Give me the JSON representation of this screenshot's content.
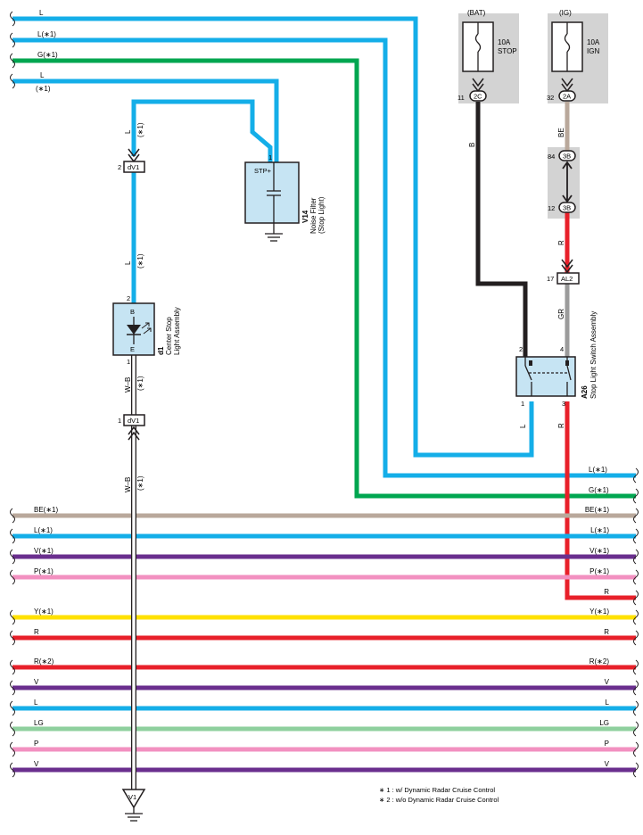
{
  "wires": {
    "top_l": "L",
    "top_l1": "L(∗1)",
    "top_g1": "G(∗1)",
    "top_l4": "L",
    "top_l4_sub": "(∗1)",
    "mid_l1": "L(∗1)",
    "mid_g1": "G(∗1)",
    "b": "B",
    "be": "BE",
    "r": "R",
    "gr": "GR",
    "l_sw": "L",
    "r_sw": "R",
    "l_v": "L",
    "l_v_sub": "(∗1)",
    "wb": "W–B",
    "wb_sub": "(∗1)"
  },
  "bus": [
    {
      "left": "BE(∗1)",
      "right": "BE(∗1)",
      "color": "#b9a89b"
    },
    {
      "left": "L(∗1)",
      "right": "L(∗1)",
      "color": "#14aee8"
    },
    {
      "left": "V(∗1)",
      "right": "V(∗1)",
      "color": "#6a2f8e"
    },
    {
      "left": "P(∗1)",
      "right": "P(∗1)",
      "color": "#f290c0"
    },
    {
      "left": "",
      "right": "R",
      "color": "#e8202a"
    },
    {
      "left": "Y(∗1)",
      "right": "Y(∗1)",
      "color": "#ffe100"
    },
    {
      "left": "R",
      "right": "R",
      "color": "#e8202a"
    },
    {
      "left": "R(∗2)",
      "right": "R(∗2)",
      "color": "#e8202a"
    },
    {
      "left": "V",
      "right": "V",
      "color": "#6a2f8e"
    },
    {
      "left": "L",
      "right": "L",
      "color": "#14aee8"
    },
    {
      "left": "LG",
      "right": "LG",
      "color": "#8fd09e"
    },
    {
      "left": "P",
      "right": "P",
      "color": "#f290c0"
    },
    {
      "left": "V",
      "right": "V",
      "color": "#6a2f8e"
    }
  ],
  "fuses": {
    "bat": {
      "label": "(BAT)",
      "rating": "10A",
      "name": "STOP",
      "pin": "11",
      "conn": "2C"
    },
    "ig": {
      "label": "(IG)",
      "rating": "10A",
      "name": "IGN",
      "pin": "32",
      "conn": "2A"
    }
  },
  "connectors": {
    "c3b_top": {
      "pin": "84",
      "conn": "3B"
    },
    "c3b_bot": {
      "pin": "12",
      "conn": "3B"
    },
    "al2": {
      "pin": "17",
      "conn": "AL2"
    },
    "dv1_top": {
      "pin": "2",
      "conn": "dV1"
    },
    "dv1_bot": {
      "pin": "1",
      "conn": "dV1"
    }
  },
  "components": {
    "v14": {
      "code": "V14",
      "name1": "Noise Filter",
      "name2": "(Stop Light)",
      "terminal": "STP+",
      "pin": "1"
    },
    "d1": {
      "code": "d1",
      "name1": "Center Stop",
      "name2": "Light Assembly",
      "term_b": "B",
      "term_e": "E",
      "pin_b": "2",
      "pin_e": "1"
    },
    "a26": {
      "code": "A26",
      "name": "Stop Light Switch Assembly",
      "pin2": "2",
      "pin4": "4",
      "pin1": "1",
      "pin3": "3"
    },
    "ground": {
      "code": "V1"
    }
  },
  "notes": {
    "n1": "∗ 1 : w/ Dynamic Radar Cruise Control",
    "n2": "∗ 2 : w/o Dynamic Radar Cruise Control"
  },
  "colors": {
    "L": "#14aee8",
    "G": "#00a650",
    "B": "#231f20",
    "BE": "#b9a89b",
    "R": "#e8202a",
    "GR": "#9b9b9b",
    "V": "#6a2f8e",
    "P": "#f290c0",
    "Y": "#ffe100",
    "LG": "#8fd09e",
    "component_fill": "#c6e4f3",
    "fuse_block": "#d3d3d3"
  }
}
